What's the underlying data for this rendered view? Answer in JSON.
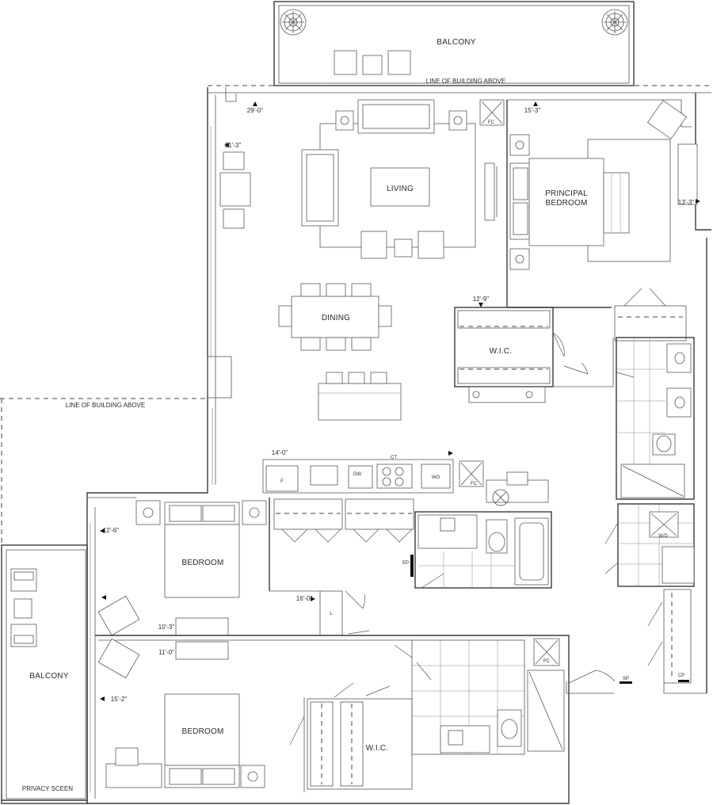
{
  "rooms": {
    "balcony_top": "BALCONY",
    "living": "LIVING",
    "dining": "DINING",
    "principal_bedroom_1": "PRINCIPAL",
    "principal_bedroom_2": "BEDROOM",
    "wic_principal": "W.I.C.",
    "bedroom_upper": "BEDROOM",
    "bedroom_lower": "BEDROOM",
    "wic_lower": "W.I.C.",
    "balcony_left": "BALCONY"
  },
  "annotations": {
    "line_of_building_above_top": "LINE OF BUILDING ABOVE",
    "line_of_building_above_left": "LINE OF BUILDING ABOVE",
    "privacy_screen": "PRIVACY SCEEN"
  },
  "dimensions": {
    "d_29_0": "29'-0\"",
    "d_21_3": "21'-3\"",
    "d_15_3": "15'-3\"",
    "d_13_3": "13'-3\"",
    "d_12_9": "12'-9\"",
    "d_14_0": "14'-0\"",
    "d_12_6": "12'-6\"",
    "d_16_0": "16'-0\"",
    "d_10_3": "10'-3\"",
    "d_11_0": "11'-0\"",
    "d_15_2": "15'-2\""
  },
  "fixtures": {
    "fc_1": "FC",
    "fc_2": "FC",
    "fc_3": "FC",
    "fridge": "F",
    "dishwasher": "DW",
    "cooktop": "CT",
    "wall_oven": "WO",
    "washer_dryer": "W/D",
    "electrical_panel": "EP",
    "linen": "L",
    "sp": "SP",
    "cp": "CP"
  }
}
